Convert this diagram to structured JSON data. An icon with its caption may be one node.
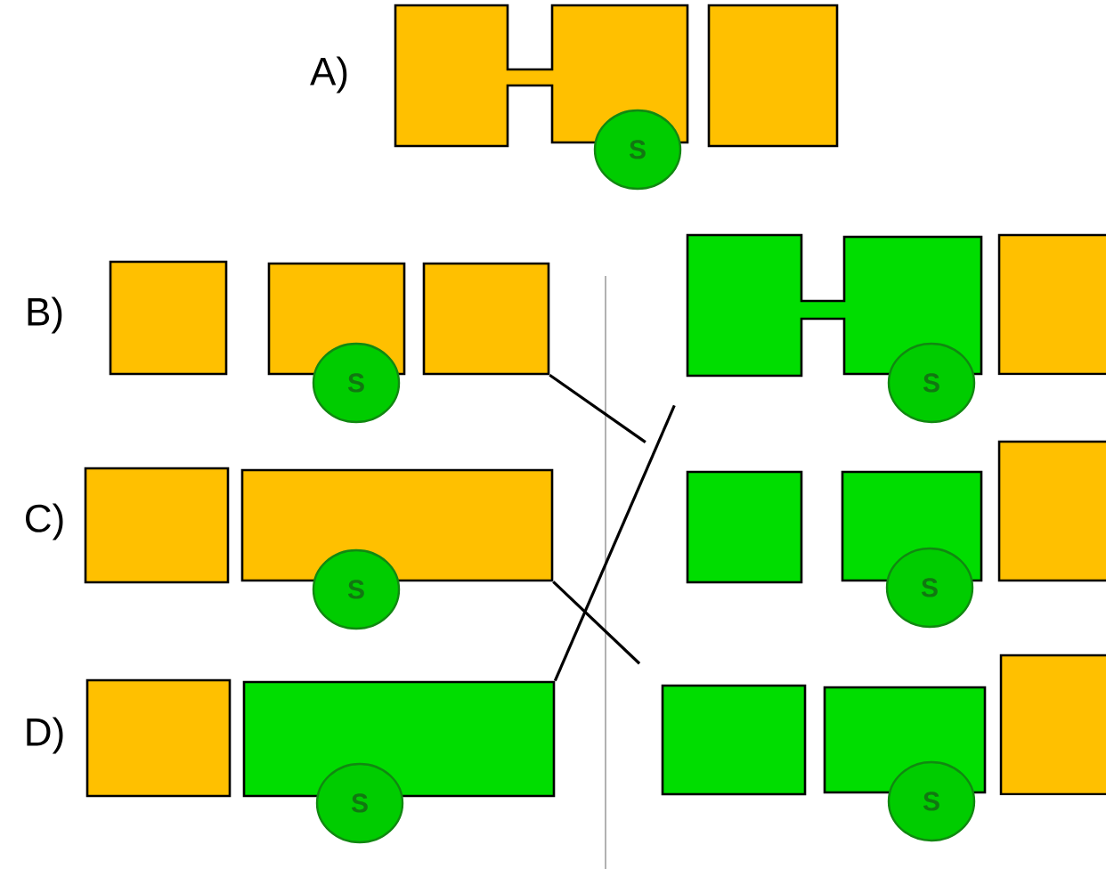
{
  "diagram": {
    "nodes": [
      {
        "text": [],
        "shape": "box"
      },
      {
        "text": [
          "S"
        ]
      },
      {
        "text": [],
        "shape": "box"
      },
      {
        "text": [],
        "shape": "box"
      },
      {
        "text": [],
        "shape": "box"
      },
      {
        "text": [
          "S"
        ]
      },
      {
        "text": [],
        "shape": "box"
      },
      {
        "text": [],
        "shape": "box"
      },
      {
        "text": [
          "S"
        ]
      },
      {
        "text": [],
        "shape": "box"
      },
      {
        "text": [],
        "shape": "box"
      },
      {
        "text": [],
        "shape": "box"
      },
      {
        "text": [
          "S"
        ]
      },
      {
        "text": [],
        "shape": "box"
      },
      {
        "text": [],
        "shape": "box"
      },
      {
        "text": [
          "S"
        ]
      },
      {
        "text": [],
        "shape": "box"
      },
      {
        "text": [],
        "shape": "box"
      },
      {
        "text": [],
        "shape": "box"
      },
      {
        "text": [
          "S"
        ]
      },
      {
        "text": [],
        "shape": "box"
      },
      {
        "text": [],
        "shape": "box"
      },
      {
        "text": [
          "S"
        ]
      },
      {
        "text": [],
        "shape": "box"
      }
    ],
    "edges": [
      {
        "from": 6,
        "to": 13,
        "arrow": "none"
      },
      {
        "from": 18,
        "to": 7,
        "arrow": "none"
      },
      {
        "from": 11,
        "to": 20,
        "arrow": "none"
      }
    ],
    "labels": [
      "A)",
      "B)",
      "C)",
      "D)"
    ]
  }
}
